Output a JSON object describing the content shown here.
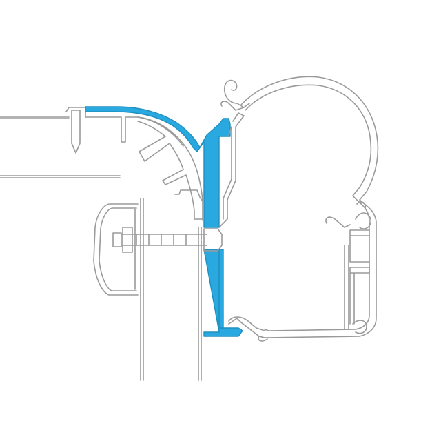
{
  "colors": {
    "background": "#ffffff",
    "line": "#9a9a9a",
    "line_dark": "#7d7d7d",
    "highlight": "#29a9e0",
    "highlight_stroke": "#1f8fbf"
  },
  "parts": {
    "wall_panel": "wall-panel",
    "awning_cassette": "awning-cassette",
    "adapter_rail": "adapter-rail",
    "rail_bracket": "rail-bracket",
    "bolt_assembly": "bolt-assembly",
    "lamp_housing": "lamp-housing"
  }
}
